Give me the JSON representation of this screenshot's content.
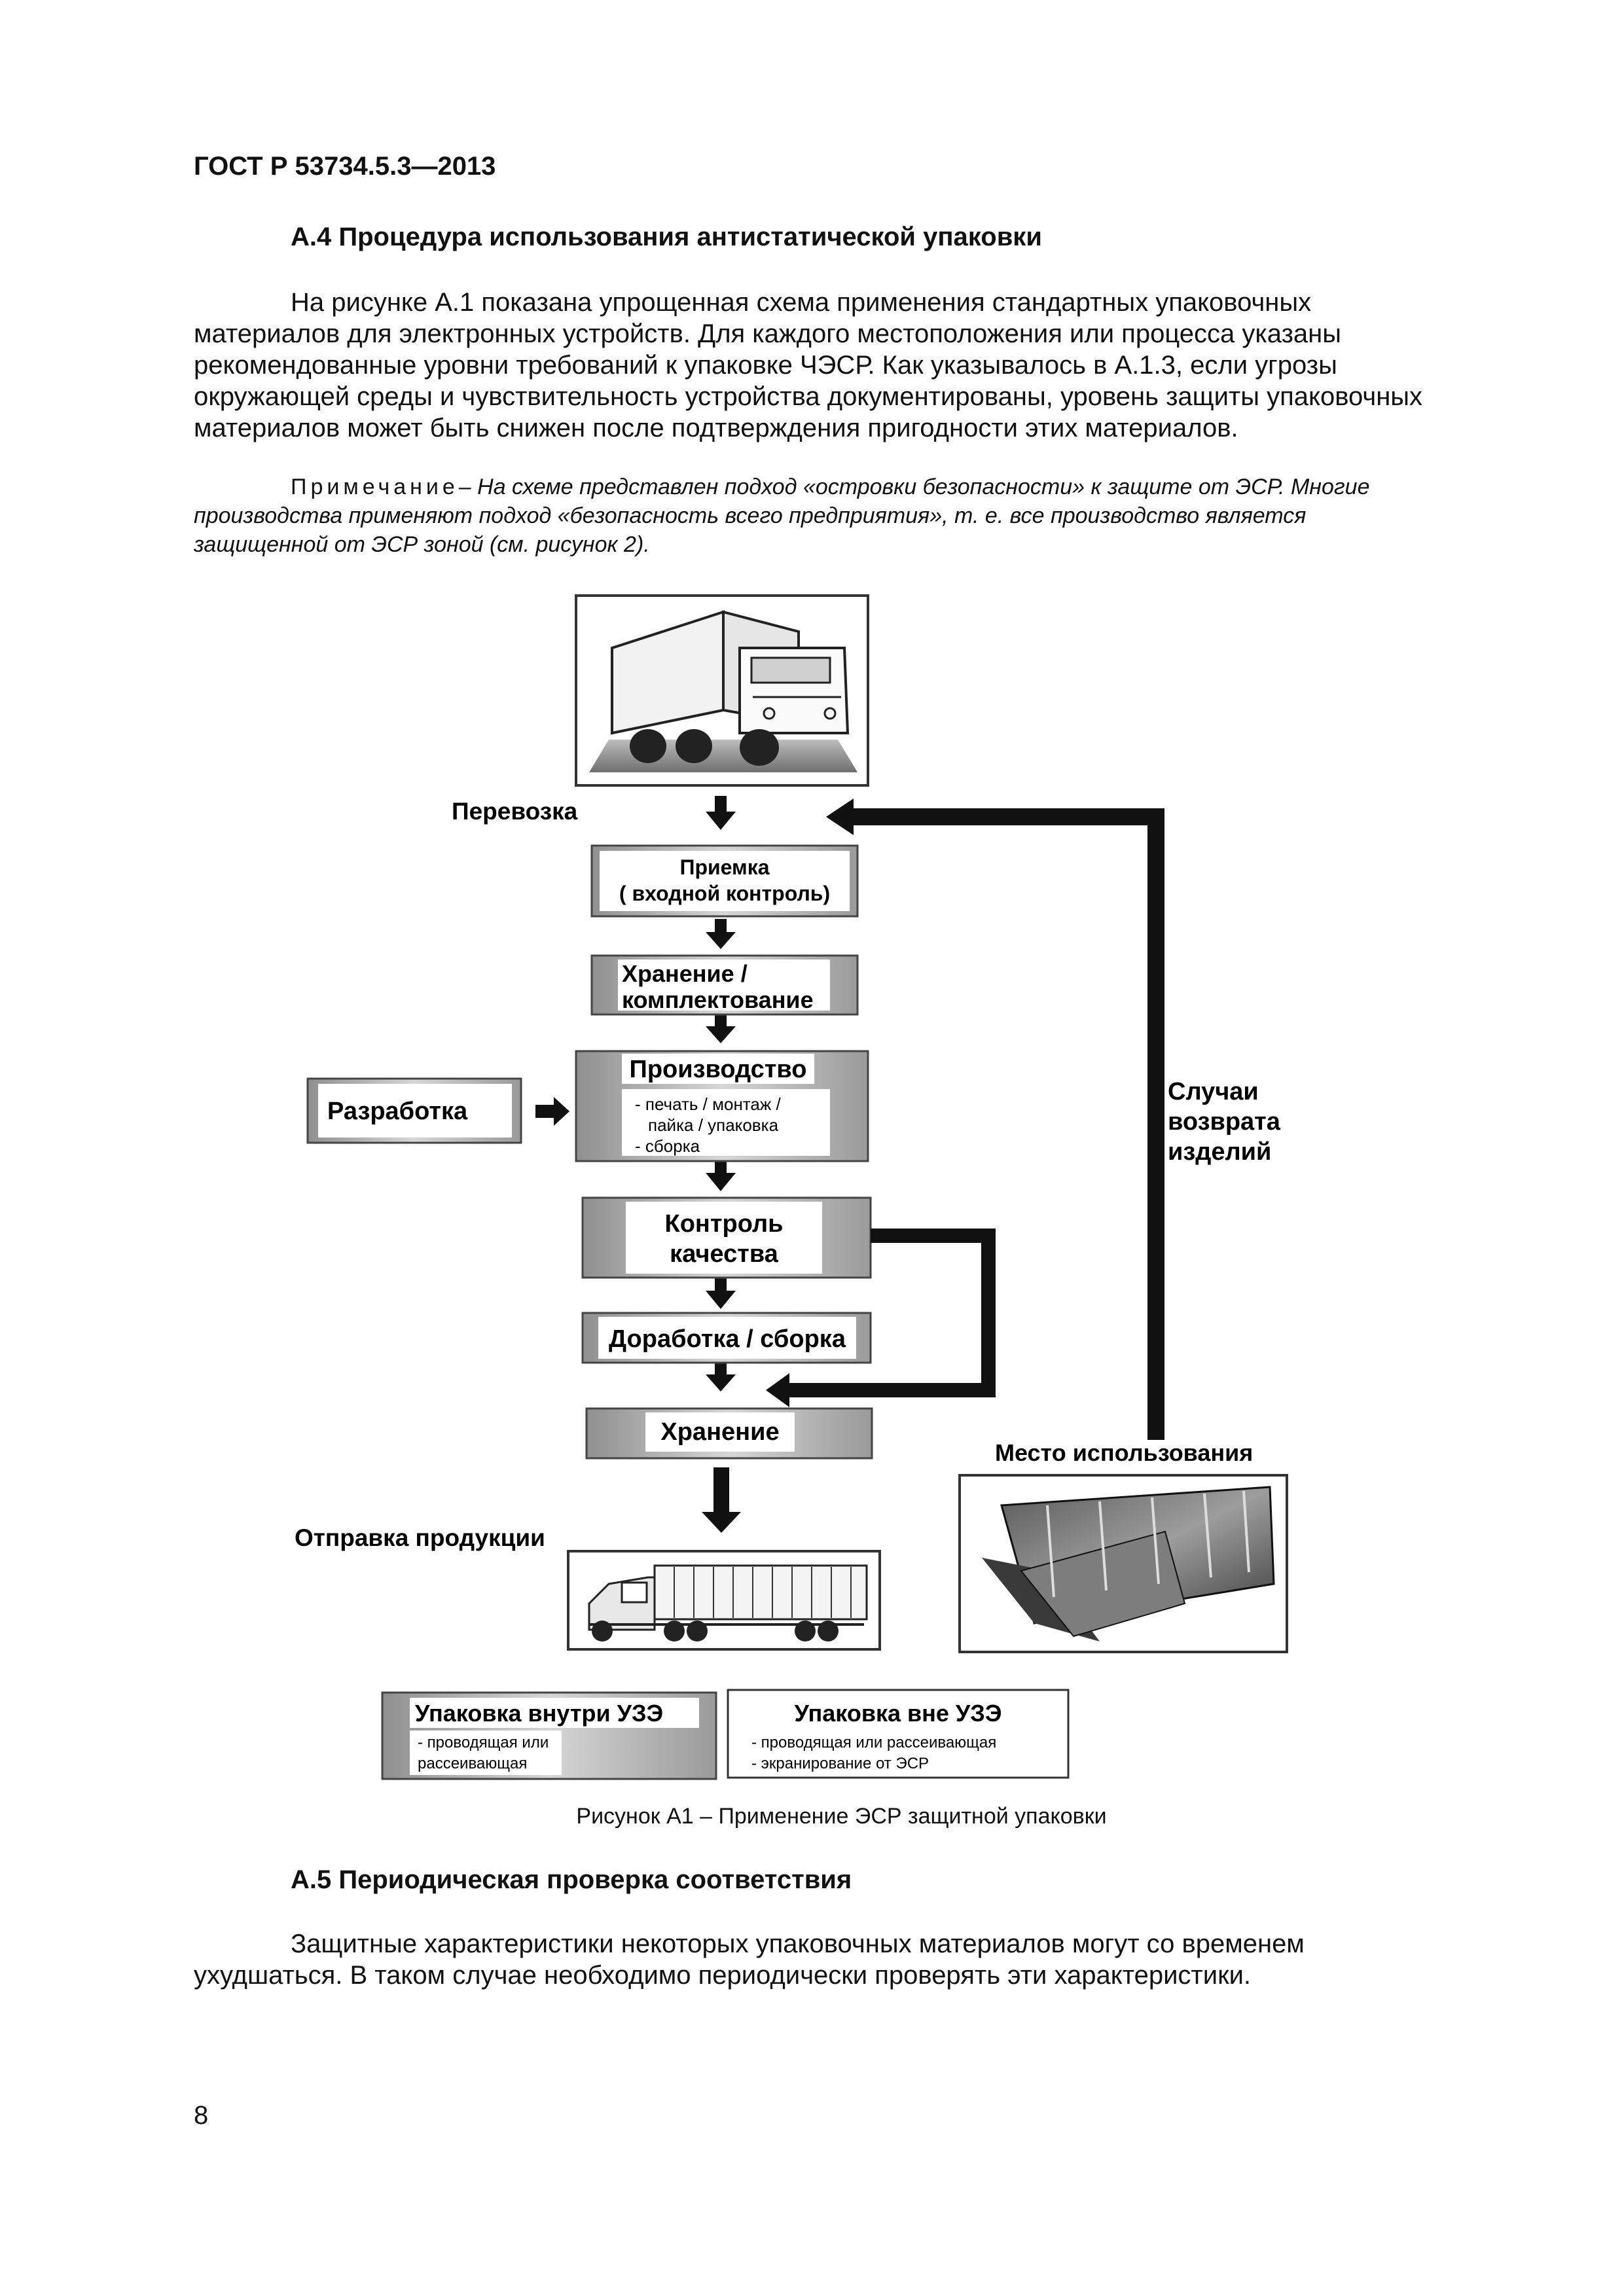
{
  "header": {
    "doc_id": "ГОСТ Р 53734.5.3—2013"
  },
  "section_a4": {
    "title": "А.4  Процедура использования антистатической упаковки",
    "para_lines": [
      "На рисунке А.1 показана упрощенная схема применения стандартных упаковочных",
      "материалов для электронных устройств. Для каждого местоположения или процесса указаны",
      "рекомендованные уровни требований к упаковке ЧЭСР. Как указывалось в А.1.3, если угрозы",
      "окружающей среды и чувствительность устройства документированы, уровень защиты упаковочных",
      "материалов может быть снижен после подтверждения пригодности этих материалов."
    ],
    "note_label": "Примечание",
    "note_lines": [
      "– На схеме представлен подход «островки безопасности» к защите от ЭСР. Многие",
      "производства применяют подход «безопасность всего предприятия», т. е. все производство является",
      "защищенной от ЭСР зоной (см. рисунок 2)."
    ]
  },
  "figure": {
    "transport_label": "Перевозка",
    "receiving_line1": "Приемка",
    "receiving_line2": "( входной контроль)",
    "storage_kitting_line1": "Хранение /",
    "storage_kitting_line2": "комплектование",
    "production_title": "Производство",
    "production_items": [
      "- печать / монтаж /",
      "пайка / упаковка",
      "- сборка"
    ],
    "design_label": "Разработка",
    "quality_line1": "Контроль",
    "quality_line2": "качества",
    "rework_label": "Доработка / сборка",
    "storage_label": "Хранение",
    "returns_lines": [
      "Случаи",
      "возврата",
      "изделий"
    ],
    "place_of_use_label": "Место использования",
    "shipping_label": "Отправка продукции",
    "legend_inside_title": "Упаковка внутри УЗЭ",
    "legend_inside_items": [
      "- проводящая или",
      "рассеивающая"
    ],
    "legend_outside_title": "Упаковка вне УЗЭ",
    "legend_outside_items": [
      "- проводящая или рассеивающая",
      "- экранирование от ЭСР"
    ],
    "caption": "Рисунок А1 – Применение ЭСР защитной упаковки"
  },
  "section_a5": {
    "title": "А.5 Периодическая проверка соответствия",
    "para_lines": [
      "Защитные характеристики некоторых упаковочных материалов могут со временем",
      "ухудшаться. В таком случае необходимо периодически проверять эти характеристики."
    ]
  },
  "page_number": "8"
}
